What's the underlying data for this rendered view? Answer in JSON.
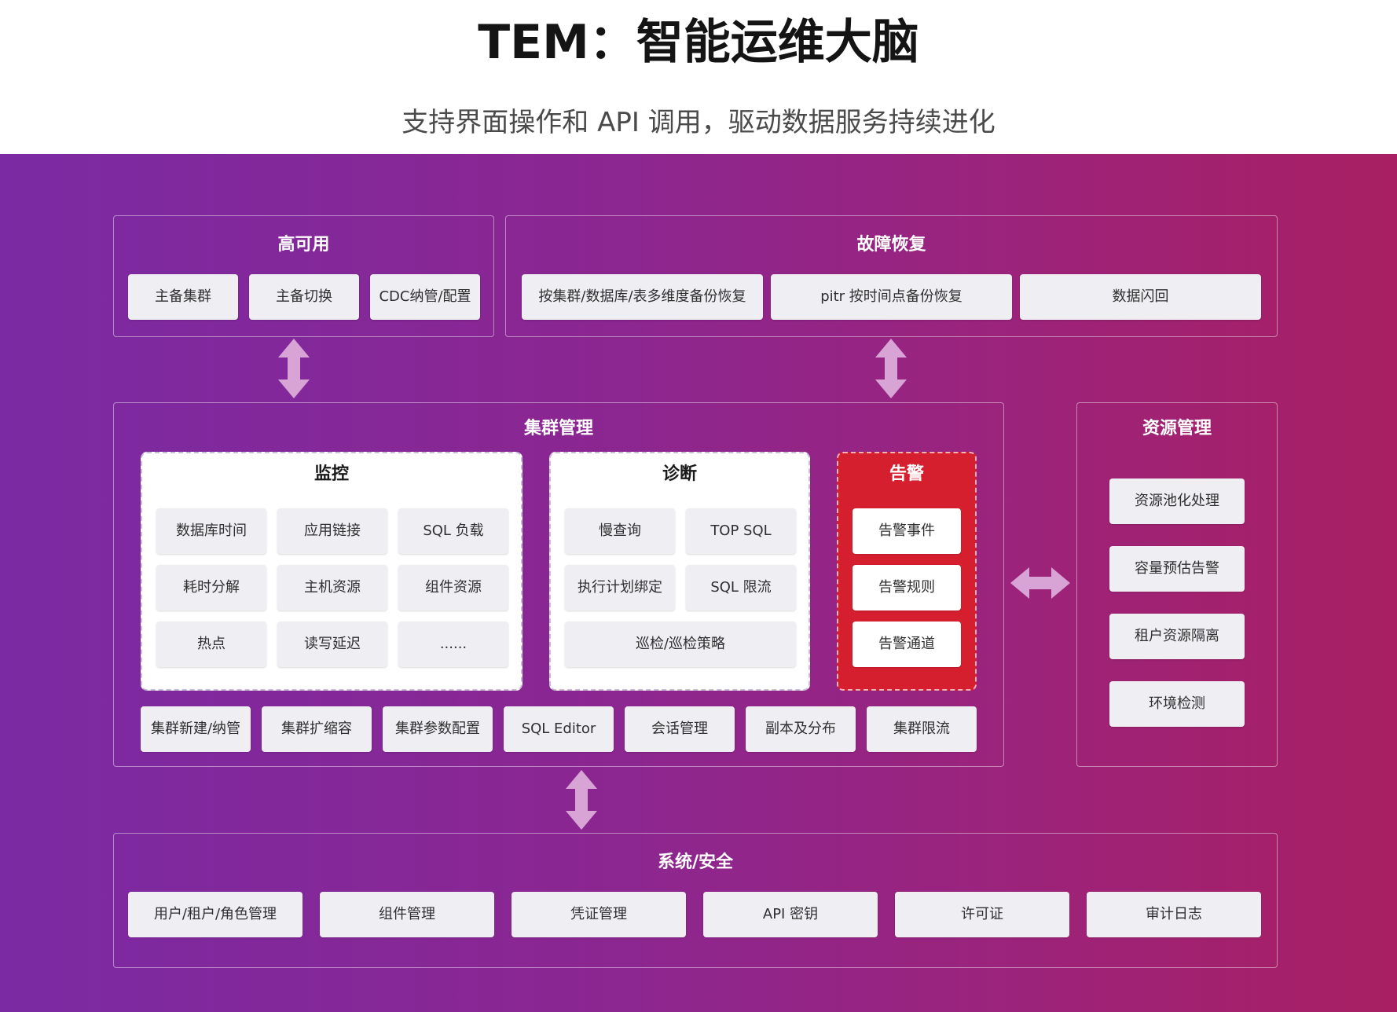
{
  "header": {
    "title": "TEM：智能运维大脑",
    "subtitle": "支持界面操作和 API 调用，驱动数据服务持续进化"
  },
  "ha": {
    "title": "高可用",
    "items": [
      "主备集群",
      "主备切换",
      "CDC纳管/配置"
    ]
  },
  "recovery": {
    "title": "故障恢复",
    "items": [
      "按集群/数据库/表多维度备份恢复",
      "pitr 按时间点备份恢复",
      "数据闪回"
    ]
  },
  "cluster": {
    "title": "集群管理",
    "monitor": {
      "title": "监控",
      "items": [
        "数据库时间",
        "应用链接",
        "SQL 负载",
        "耗时分解",
        "主机资源",
        "组件资源",
        "热点",
        "读写延迟",
        "......"
      ]
    },
    "diagnose": {
      "title": "诊断",
      "items": [
        "慢查询",
        "TOP SQL",
        "执行计划绑定",
        "SQL 限流",
        "巡检/巡检策略"
      ]
    },
    "alert": {
      "title": "告警",
      "items": [
        "告警事件",
        "告警规则",
        "告警通道"
      ]
    },
    "bottom": [
      "集群新建/纳管",
      "集群扩缩容",
      "集群参数配置",
      "SQL Editor",
      "会话管理",
      "副本及分布",
      "集群限流"
    ]
  },
  "resource": {
    "title": "资源管理",
    "items": [
      "资源池化处理",
      "容量预估告警",
      "租户资源隔离",
      "环境检测"
    ]
  },
  "system": {
    "title": "系统/安全",
    "items": [
      "用户/租户/角色管理",
      "组件管理",
      "凭证管理",
      "API 密钥",
      "许可证",
      "审计日志"
    ]
  },
  "colors": {
    "band_start": "#7b2aa3",
    "band_end": "#a81f63",
    "chip": "#efeef2",
    "alert": "#d61f2e",
    "arrow": "#d8a4d6"
  }
}
